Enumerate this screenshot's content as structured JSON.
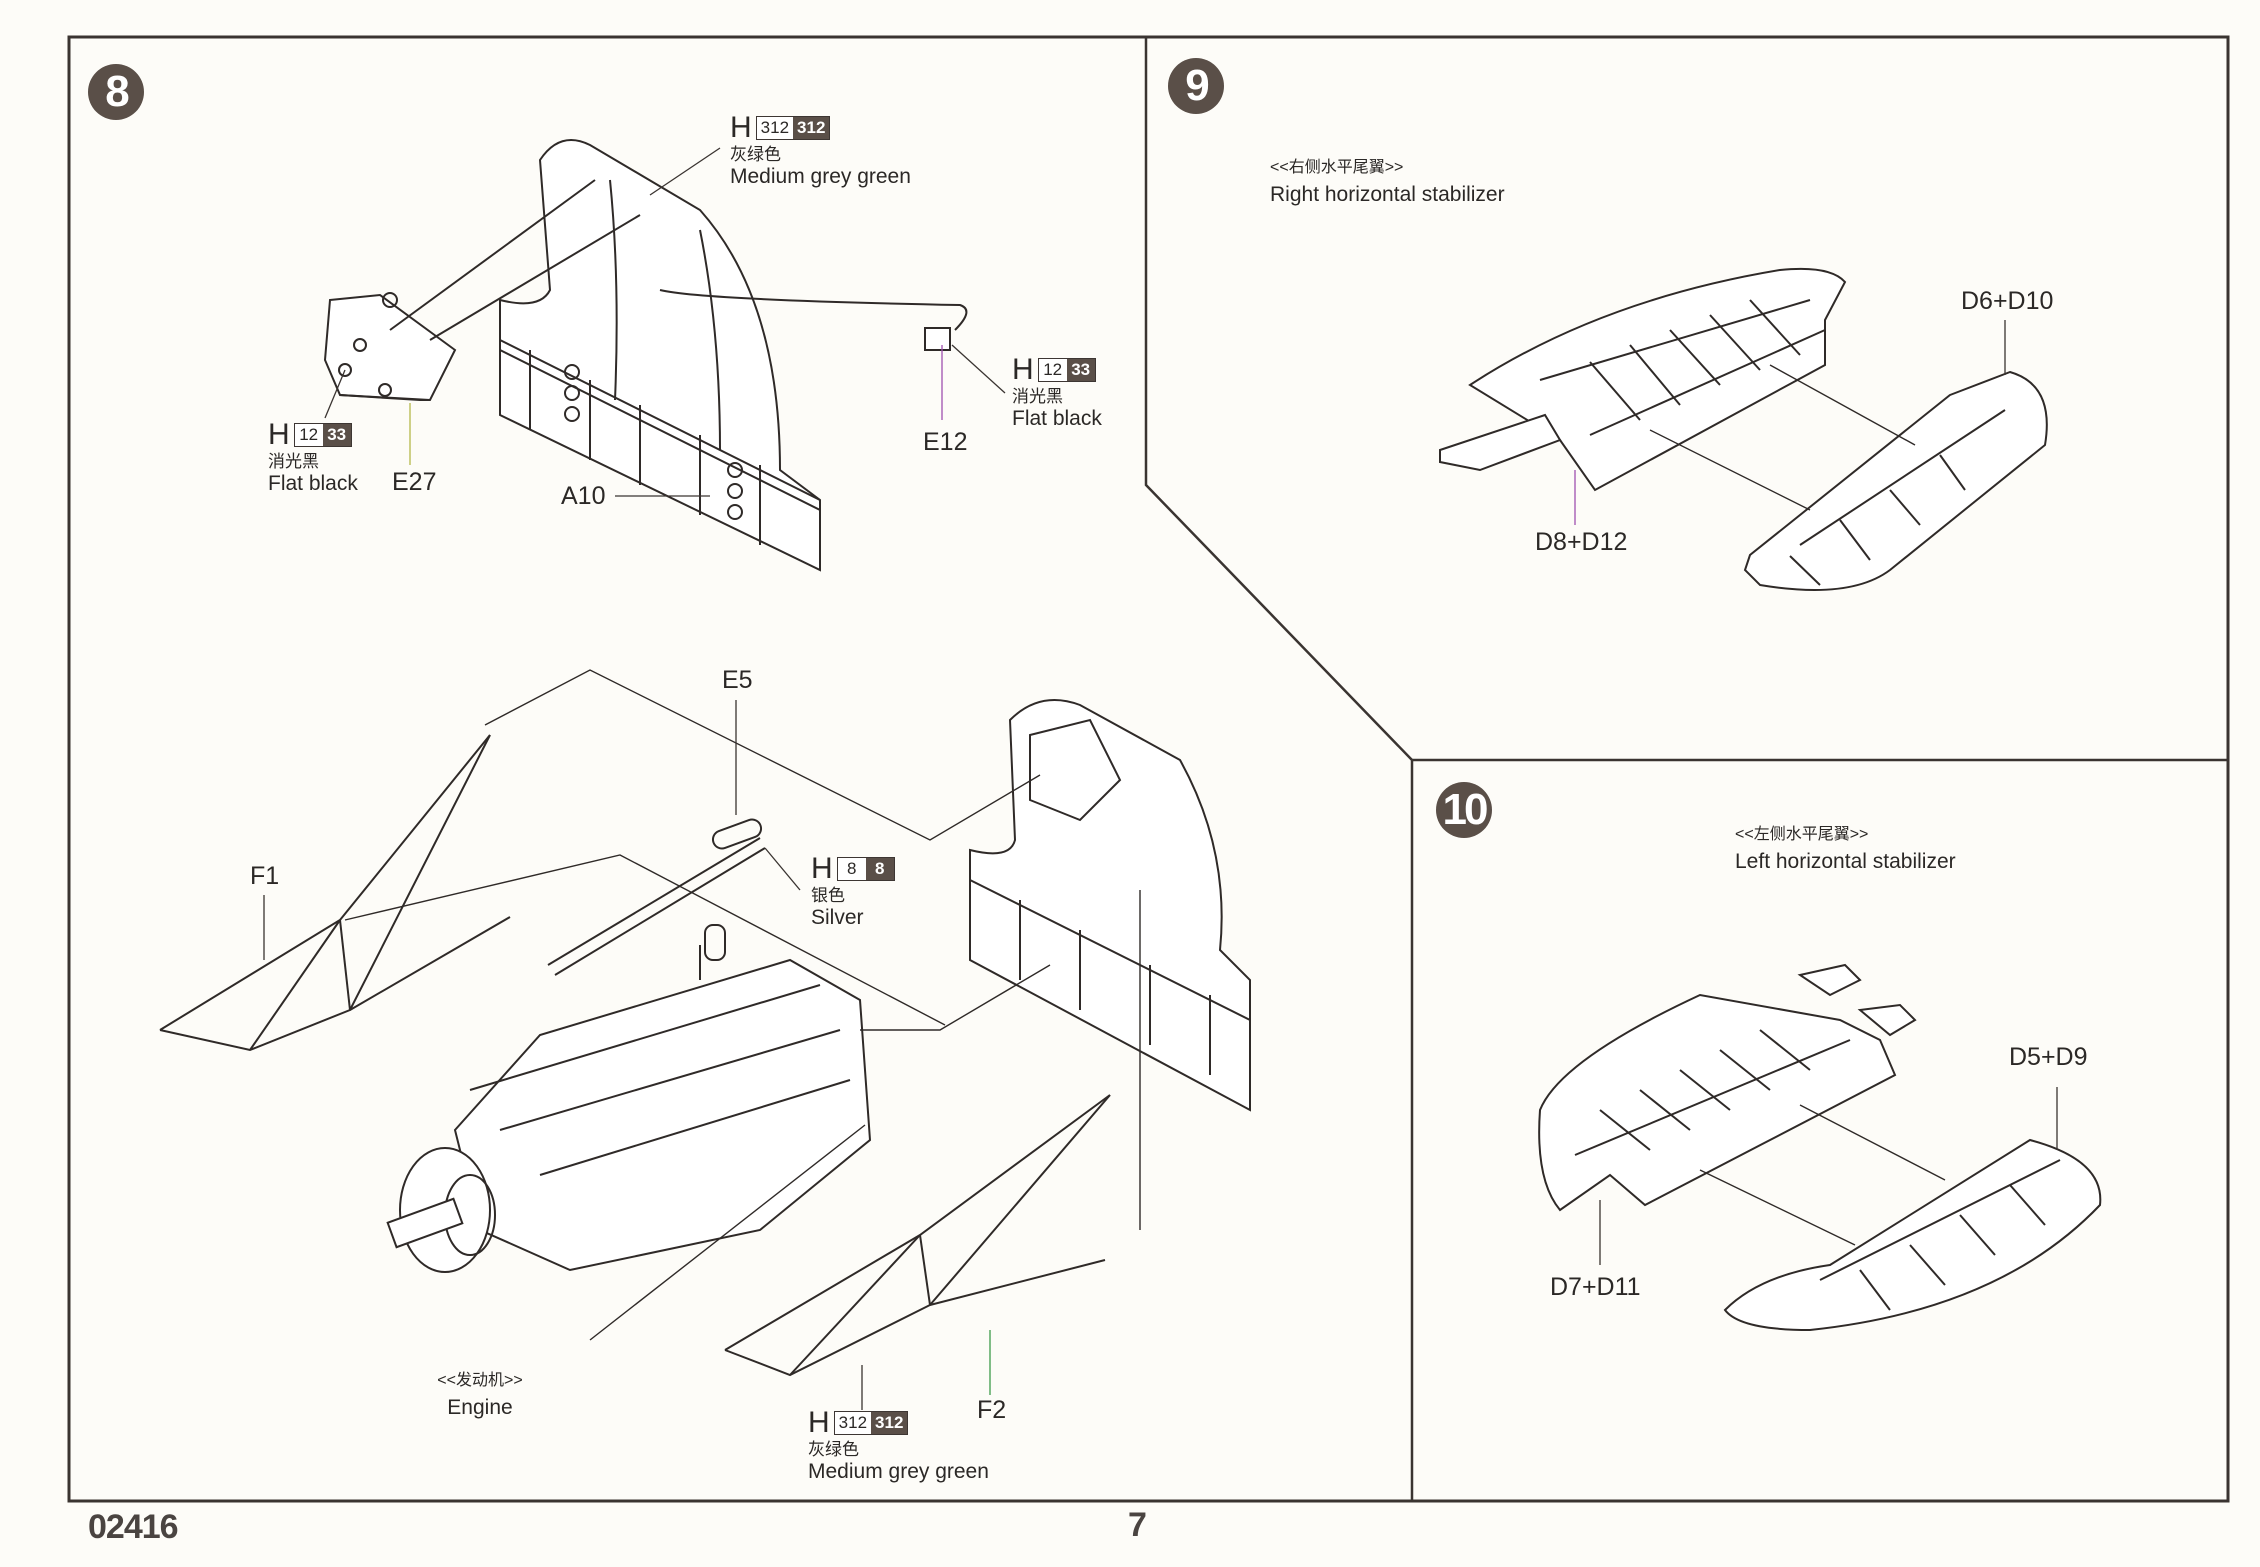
{
  "document": {
    "catalog_number": "02416",
    "page_number": "7"
  },
  "colors": {
    "badge": "#5a4f48",
    "line": "#3a3431",
    "paper": "#fdfcf8"
  },
  "steps": [
    {
      "number": "8",
      "parts": [
        {
          "id": "E27"
        },
        {
          "id": "A10"
        },
        {
          "id": "E12"
        },
        {
          "id": "E5"
        },
        {
          "id": "F1"
        },
        {
          "id": "F2"
        }
      ],
      "paints": [
        {
          "brand": "H",
          "code_light": "312",
          "code_dark": "312",
          "name_cn": "灰绿色",
          "name_en": "Medium grey green"
        },
        {
          "brand": "H",
          "code_light": "12",
          "code_dark": "33",
          "name_cn": "消光黑",
          "name_en": "Flat black"
        },
        {
          "brand": "H",
          "code_light": "12",
          "code_dark": "33",
          "name_cn": "消光黑",
          "name_en": "Flat black"
        },
        {
          "brand": "H",
          "code_light": "8",
          "code_dark": "8",
          "name_cn": "银色",
          "name_en": "Silver"
        },
        {
          "brand": "H",
          "code_light": "312",
          "code_dark": "312",
          "name_cn": "灰绿色",
          "name_en": "Medium grey green"
        }
      ],
      "caption": {
        "cn": "<<发动机>>",
        "en": "Engine"
      }
    },
    {
      "number": "9",
      "caption": {
        "cn": "<<右侧水平尾翼>>",
        "en": "Right horizontal stabilizer"
      },
      "parts": [
        {
          "id": "D6+D10"
        },
        {
          "id": "D8+D12"
        }
      ]
    },
    {
      "number": "10",
      "caption": {
        "cn": "<<左侧水平尾翼>>",
        "en": "Left horizontal stabilizer"
      },
      "parts": [
        {
          "id": "D5+D9"
        },
        {
          "id": "D7+D11"
        }
      ]
    }
  ]
}
